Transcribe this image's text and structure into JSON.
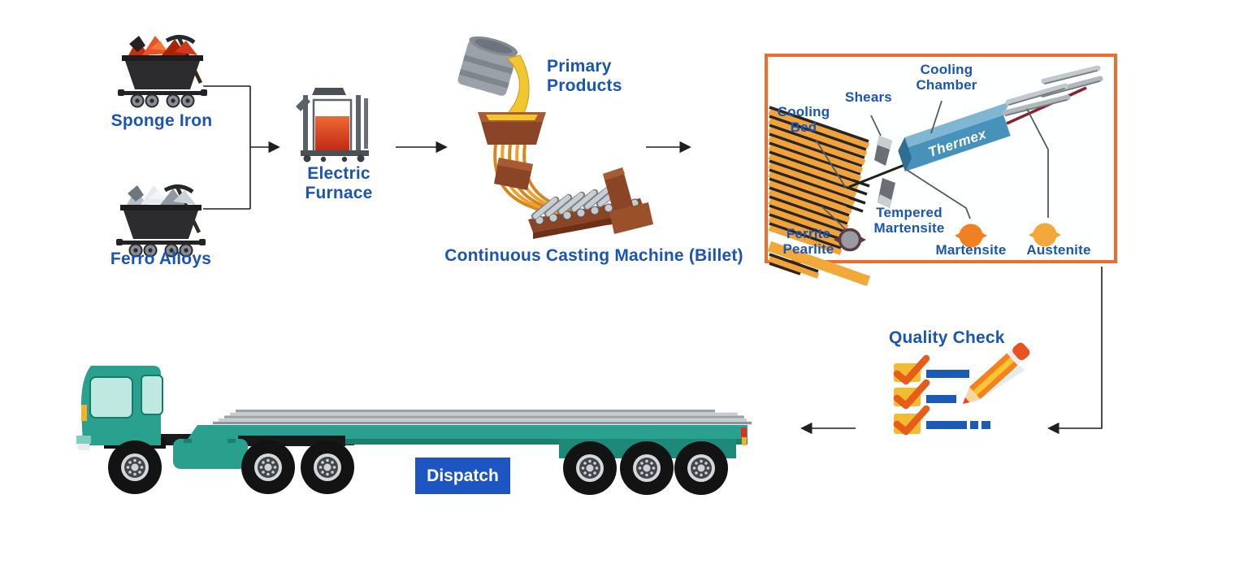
{
  "labels": {
    "sponge_iron": "Sponge Iron",
    "ferro_alloys": "Ferro Alloys",
    "electric_furnace": "Electric Furnace",
    "primary_products": "Primary Products",
    "casting_machine": "Continuous Casting Machine (Billet)",
    "cooling_bed": "Cooling Bed",
    "shears": "Shears",
    "cooling_chamber": "Cooling Chamber",
    "thermex_brand": "Thermex",
    "tempered_martensite": "Tempered Martensite",
    "ferrite_pearlite": "Ferrite Pearlite",
    "martensite": "Martensite",
    "austenite": "Austenite",
    "quality_check": "Quality Check",
    "dispatch": "Dispatch"
  },
  "colors": {
    "label_blue": "#1a55b4",
    "process_box_border_orange": "#ed6e2c",
    "thermex_chamber_blue": "#4792ba",
    "cooling_bed_orange": "#f0a33a",
    "martensite_dot": "#ef8122",
    "austenite_dot": "#f3a83c",
    "ferrite_pearlite_dot": "#9b9ba3",
    "dispatch_badge_blue": "#1d56c2",
    "truck_teal": "#2aa18f",
    "checklist_yellow": "#f3bb2f",
    "checklist_check_orange": "#e65c18",
    "checklist_line_blue": "#1b5ab5",
    "molten_red": "#c22814",
    "billet_gray": "#c3c8cc",
    "arrow_black": "#1f1f1f"
  }
}
